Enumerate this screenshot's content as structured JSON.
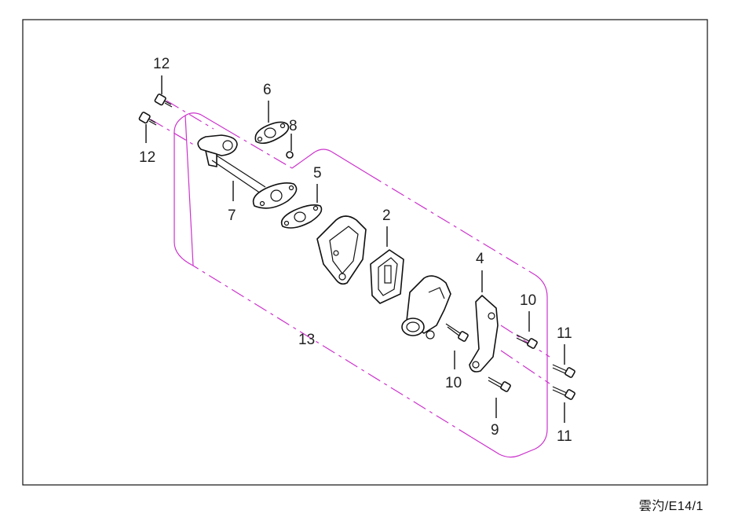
{
  "callouts": {
    "c12a": "12",
    "c12b": "12",
    "c6": "6",
    "c8": "8",
    "c5": "5",
    "c7": "7",
    "c2": "2",
    "c4": "4",
    "c10a": "10",
    "c10b": "10",
    "c11a": "11",
    "c11b": "11",
    "c9": "9",
    "c13": "13"
  },
  "footer": {
    "code": "雲汋/E14/1"
  },
  "colors": {
    "outline": "#111111",
    "assembly_boundary": "#cc33cc"
  }
}
